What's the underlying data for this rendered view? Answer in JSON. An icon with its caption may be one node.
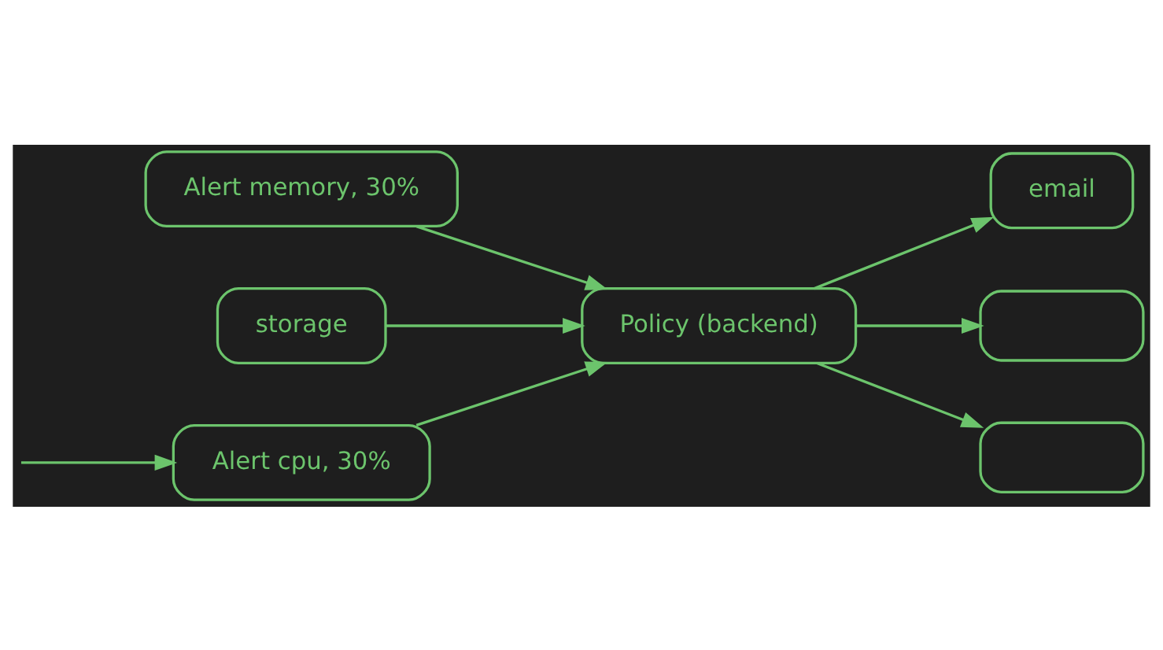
{
  "diagram": {
    "nodes": [
      {
        "text": [
          "Alert cpu, 30%"
        ]
      },
      {
        "text": [
          "Alert memory, 30%"
        ]
      },
      {
        "text": [
          "storage"
        ]
      },
      {
        "text": [
          "Policy (backend)"
        ]
      },
      {
        "text": [
          "email"
        ]
      },
      {
        "text": [],
        "shape": "box"
      },
      {
        "text": [],
        "shape": "box"
      }
    ],
    "edges": [
      {
        "from": null,
        "to": 0,
        "arrow": "to"
      },
      {
        "from": 0,
        "to": 3,
        "arrow": "to"
      },
      {
        "from": 1,
        "to": 3,
        "arrow": "to"
      },
      {
        "from": 2,
        "to": 3,
        "arrow": "to"
      },
      {
        "from": 3,
        "to": 4,
        "arrow": "to"
      },
      {
        "from": 3,
        "to": 5,
        "arrow": "to"
      },
      {
        "from": 3,
        "to": 6,
        "arrow": "to"
      }
    ]
  }
}
